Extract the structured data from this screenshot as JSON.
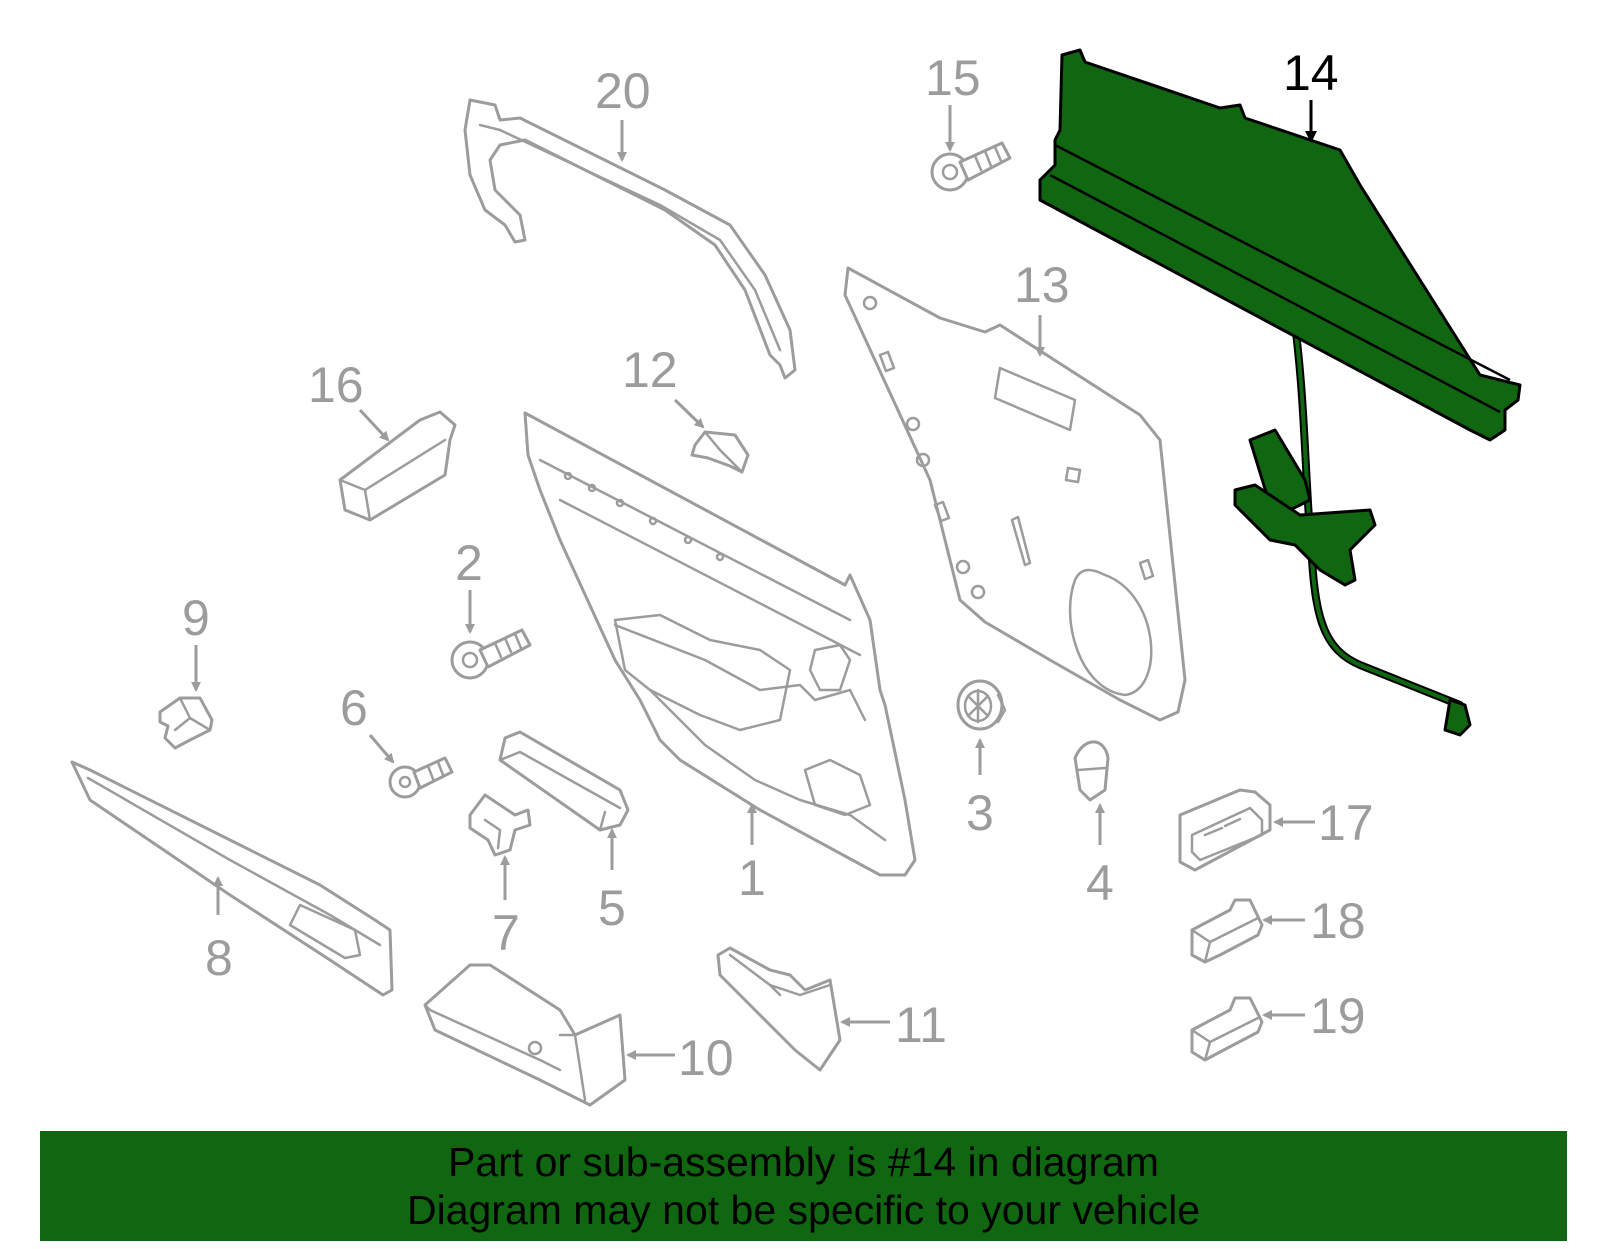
{
  "colors": {
    "highlight": "#116611",
    "part_outline": "#9c9c9c",
    "highlight_outline": "#000000",
    "banner_background": "#116611",
    "banner_text": "#000000"
  },
  "callouts": {
    "c1": "1",
    "c2": "2",
    "c3": "3",
    "c4": "4",
    "c5": "5",
    "c6": "6",
    "c7": "7",
    "c8": "8",
    "c9": "9",
    "c10": "10",
    "c11": "11",
    "c12": "12",
    "c13": "13",
    "c14": "14",
    "c15": "15",
    "c16": "16",
    "c17": "17",
    "c18": "18",
    "c19": "19",
    "c20": "20"
  },
  "highlighted_part": "14",
  "banner": {
    "line1": "Part or sub-assembly is #14 in diagram",
    "line2": "Diagram may not be specific to your vehicle"
  }
}
